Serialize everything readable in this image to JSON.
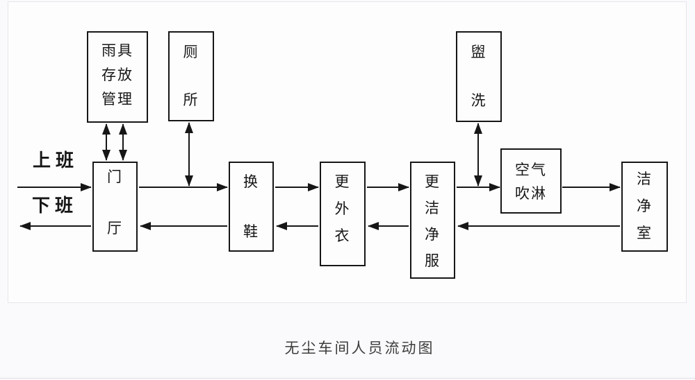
{
  "diagram": {
    "caption": "无尘车间人员流动图",
    "flow_labels": {
      "inbound": "上班",
      "outbound": "下班"
    },
    "boxes": {
      "rain_gear_storage": {
        "name": "雨具存放管理",
        "lines": [
          "雨具",
          "存放",
          "管理"
        ]
      },
      "toilet": {
        "name": "厕所",
        "lines": [
          "厕",
          "所"
        ]
      },
      "washing": {
        "name": "盥洗",
        "lines": [
          "盥",
          "洗"
        ]
      },
      "entrance_hall": {
        "name": "门厅",
        "lines": [
          "门",
          "厅"
        ]
      },
      "change_shoes": {
        "name": "换鞋",
        "lines": [
          "换",
          "鞋"
        ]
      },
      "change_outer_clothes": {
        "name": "更外衣",
        "lines": [
          "更",
          "外",
          "衣"
        ]
      },
      "change_clean_garments": {
        "name": "更洁净服",
        "lines": [
          "更",
          "洁",
          "净",
          "服"
        ]
      },
      "air_shower": {
        "name": "空气吹淋",
        "lines": [
          "空气",
          "吹淋"
        ]
      },
      "clean_room": {
        "name": "洁净室",
        "lines": [
          "洁",
          "净",
          "室"
        ]
      }
    },
    "colors": {
      "line": "#161616",
      "canvas_border": "#e7e5ea",
      "canvas_bg": "#fdfdfe",
      "page_bg": "#faf9fb"
    }
  }
}
